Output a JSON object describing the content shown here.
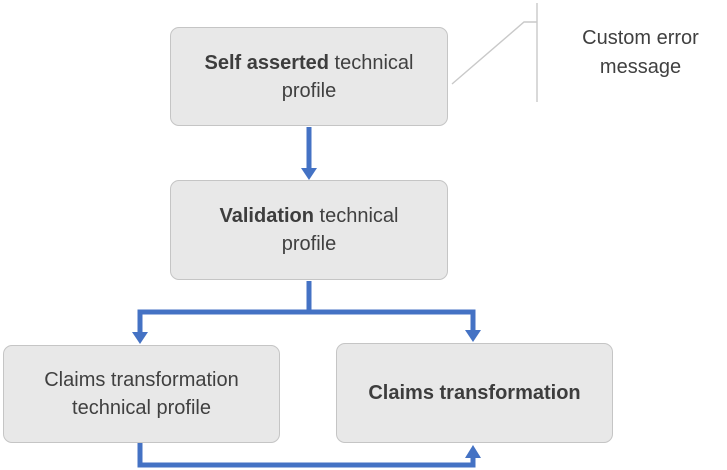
{
  "diagram": {
    "colors": {
      "background": "#FFFFFF",
      "arrow": "#4472C4",
      "node_fill": "#E8E8E8",
      "node_border": "#C5C5C5",
      "text": "#404040",
      "callout_line": "#C9C9C9"
    },
    "nodes": [
      {
        "id": "self-asserted-technical-profile",
        "bold": "Self asserted",
        "regular": " technical profile"
      },
      {
        "id": "validation-technical-profile",
        "bold": "Validation",
        "regular": " technical profile"
      },
      {
        "id": "claims-transformation-technical-profile",
        "bold": "",
        "regular": "Claims transformation technical profile"
      },
      {
        "id": "claims-transformation",
        "bold": "Claims transformation",
        "regular": ""
      }
    ],
    "callout": {
      "text": "Custom error message",
      "attached_to": "self-asserted-technical-profile"
    },
    "connections": [
      {
        "from": "self-asserted-technical-profile",
        "to": "validation-technical-profile"
      },
      {
        "from": "validation-technical-profile",
        "to": "claims-transformation-technical-profile"
      },
      {
        "from": "validation-technical-profile",
        "to": "claims-transformation"
      },
      {
        "from": "claims-transformation-technical-profile",
        "to": "claims-transformation"
      }
    ]
  }
}
